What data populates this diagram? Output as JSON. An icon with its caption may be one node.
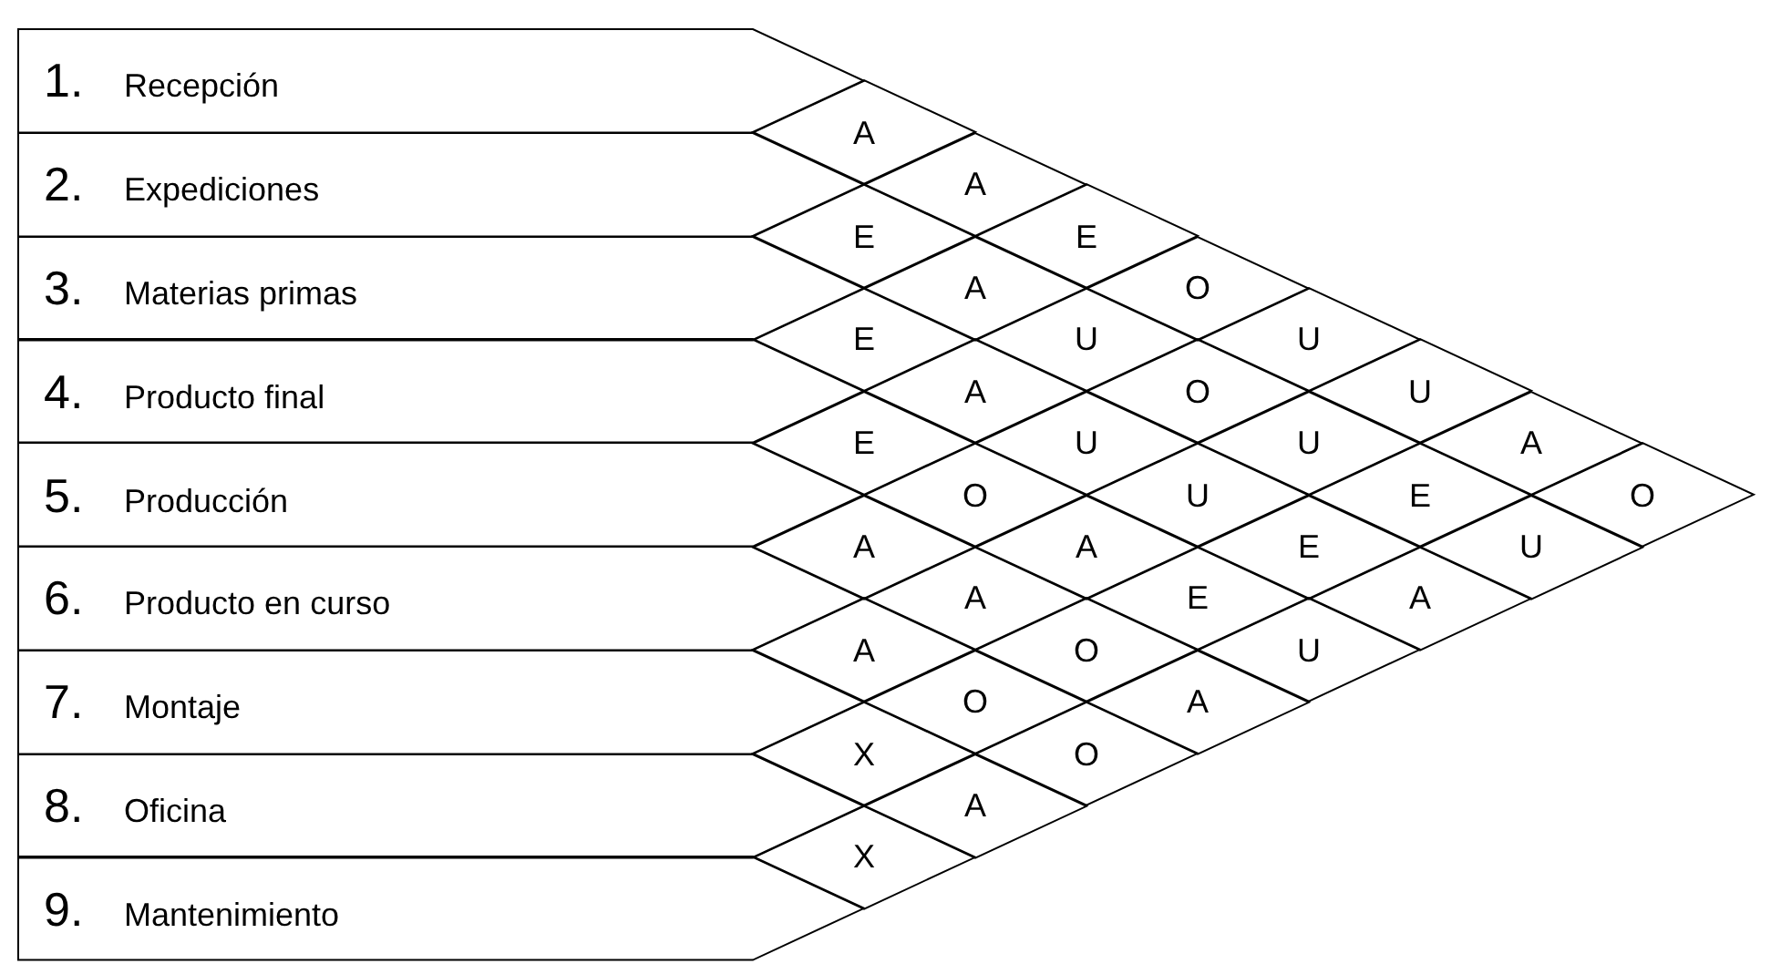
{
  "diagram": {
    "nodes": [
      {
        "text": [
          "1.",
          "Recepción"
        ]
      },
      {
        "text": [
          "2.",
          "Expediciones"
        ]
      },
      {
        "text": [
          "3.",
          "Materias primas"
        ]
      },
      {
        "text": [
          "4.",
          "Producto final"
        ]
      },
      {
        "text": [
          "5.",
          "Producción"
        ]
      },
      {
        "text": [
          "6.",
          "Producto en curso"
        ]
      },
      {
        "text": [
          "7.",
          "Montaje"
        ]
      },
      {
        "text": [
          "8.",
          "Oficina"
        ]
      },
      {
        "text": [
          "9.",
          "Mantenimiento"
        ]
      },
      {
        "text": [
          "A"
        ]
      },
      {
        "text": [
          "A"
        ]
      },
      {
        "text": [
          "E"
        ]
      },
      {
        "text": [
          "E"
        ]
      },
      {
        "text": [
          "A"
        ]
      },
      {
        "text": [
          "O"
        ]
      },
      {
        "text": [
          "E"
        ]
      },
      {
        "text": [
          "U"
        ]
      },
      {
        "text": [
          "U"
        ]
      },
      {
        "text": [
          "A"
        ]
      },
      {
        "text": [
          "O"
        ]
      },
      {
        "text": [
          "U"
        ]
      },
      {
        "text": [
          "E"
        ]
      },
      {
        "text": [
          "U"
        ]
      },
      {
        "text": [
          "U"
        ]
      },
      {
        "text": [
          "A"
        ]
      },
      {
        "text": [
          "O"
        ]
      },
      {
        "text": [
          "U"
        ]
      },
      {
        "text": [
          "E"
        ]
      },
      {
        "text": [
          "O"
        ]
      },
      {
        "text": [
          "A"
        ]
      },
      {
        "text": [
          "A"
        ]
      },
      {
        "text": [
          "E"
        ]
      },
      {
        "text": [
          "U"
        ]
      },
      {
        "text": [
          "A"
        ]
      },
      {
        "text": [
          "E"
        ]
      },
      {
        "text": [
          "A"
        ]
      },
      {
        "text": [
          "A"
        ]
      },
      {
        "text": [
          "O"
        ]
      },
      {
        "text": [
          "U"
        ]
      },
      {
        "text": [
          "O"
        ]
      },
      {
        "text": [
          "A"
        ]
      },
      {
        "text": [
          "X"
        ]
      },
      {
        "text": [
          "O"
        ]
      },
      {
        "text": [
          "A"
        ]
      },
      {
        "text": [
          "X"
        ]
      }
    ]
  }
}
